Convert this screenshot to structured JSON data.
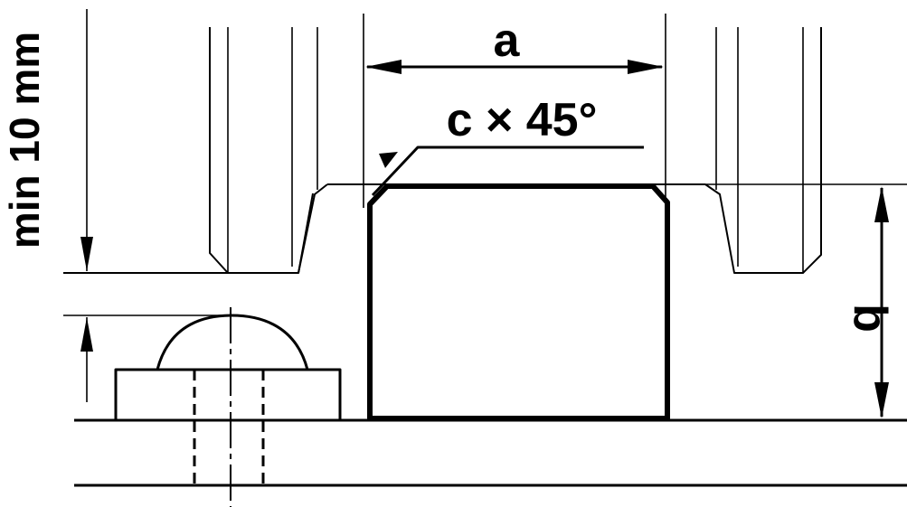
{
  "labels": {
    "a": "a",
    "b": "b",
    "chamfer": "c × 45°",
    "min_distance": "min 10 mm"
  }
}
